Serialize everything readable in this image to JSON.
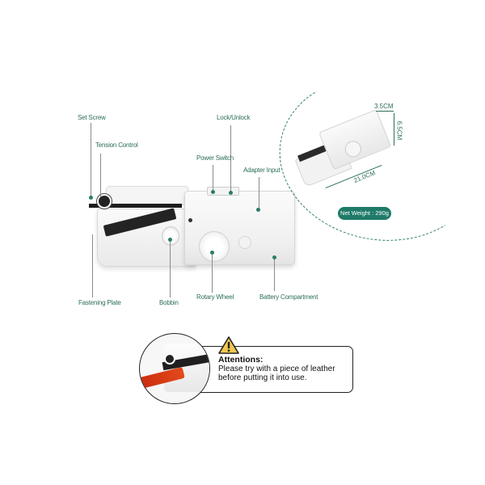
{
  "main_diagram": {
    "labels": {
      "set_screw": "Set Screw",
      "tension_control": "Tension Control",
      "lock_unlock": "Lock/Unlock",
      "power_switch": "Power Switch",
      "adapter_input": "Adapter Input",
      "fastening_plate": "Fastening Plate",
      "bobbin": "Bobbin",
      "rotary_wheel": "Rotary Wheel",
      "battery_compartment": "Battery Compartment"
    }
  },
  "dimensions": {
    "width": "3.5CM",
    "height": "6.5CM",
    "length": "21.0CM",
    "net_weight": "Net Weight :  290g"
  },
  "attention": {
    "icon": "warning-triangle-icon",
    "title": "Attentions:",
    "text": "Please try with a piece of leather before putting it into use."
  },
  "colors": {
    "accent": "#1f7a68",
    "label": "#2d6e5c",
    "warning": "#f2c94c",
    "leather": "#d9381a"
  }
}
